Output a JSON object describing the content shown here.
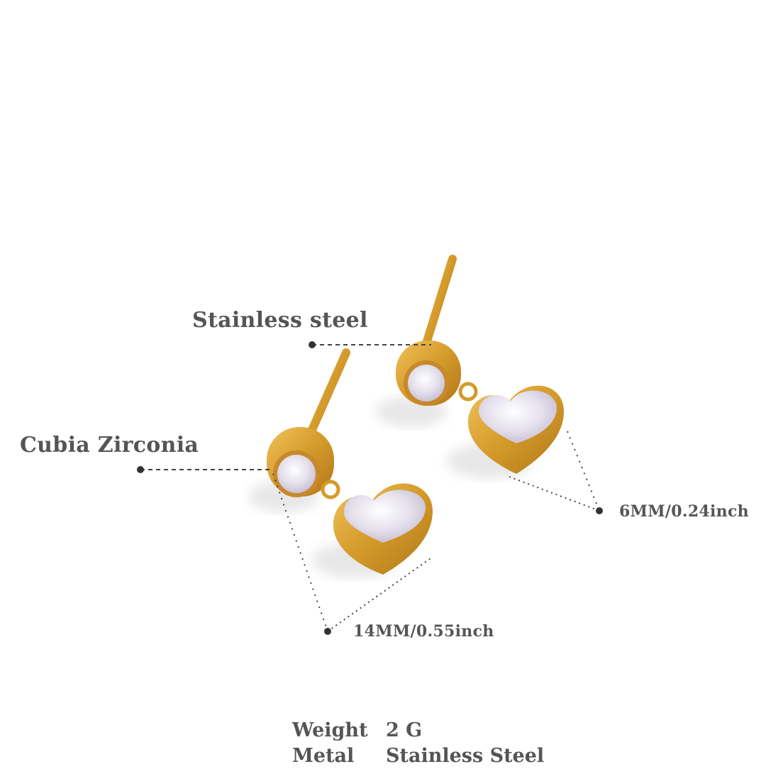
{
  "product": {
    "type": "heart drop stud earrings",
    "colors": {
      "gold": "#d49a2a",
      "gold_dark": "#b0761a",
      "stone": "#e8e4f0",
      "text": "#555555",
      "guide": "#444444",
      "background": "#ffffff"
    }
  },
  "callouts": {
    "material": "Stainless steel",
    "stone": "Cubia Zirconia",
    "width": "6MM/0.24inch",
    "length": "14MM/0.55inch"
  },
  "specs": [
    {
      "key": "Weight",
      "value": "2 G"
    },
    {
      "key": "Metal",
      "value": "Stainless Steel"
    }
  ]
}
